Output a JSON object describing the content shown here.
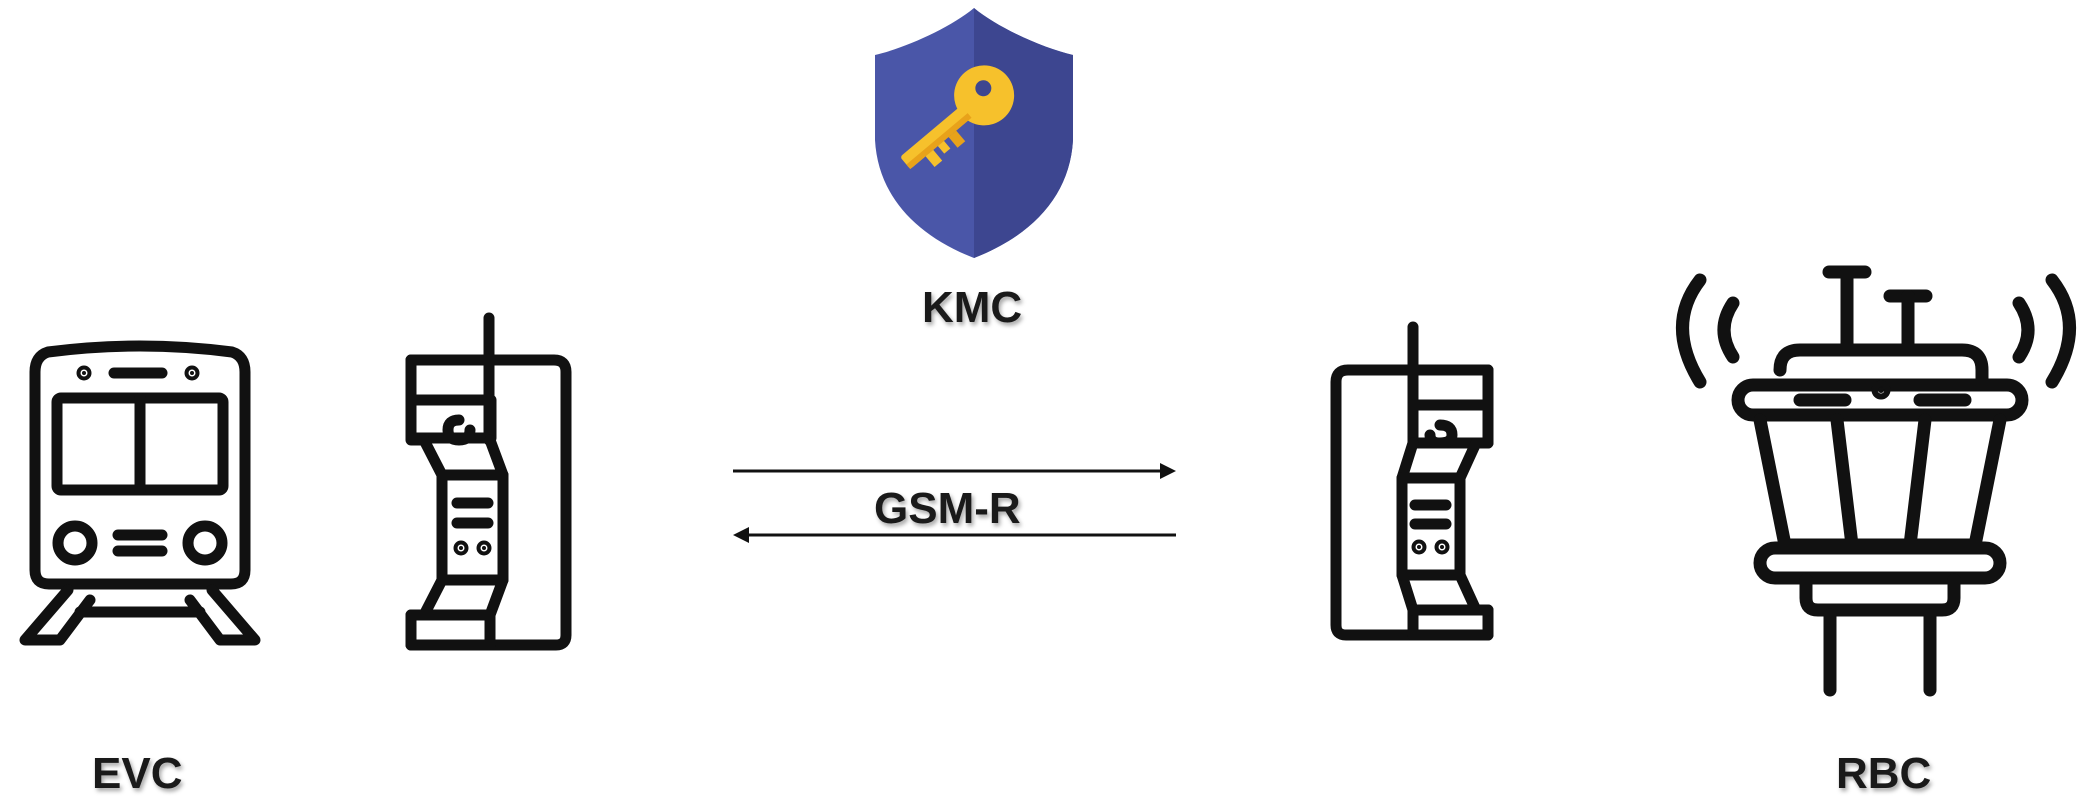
{
  "labels": {
    "kmc": "KMC",
    "gsm": "GSM-R",
    "evc": "EVC",
    "rbc": "RBC"
  },
  "icons": {
    "key_shield": "key-shield-icon",
    "train": "train-icon",
    "phone_left": "mobile-phone-icon",
    "phone_right": "mobile-phone-icon",
    "tower": "control-tower-icon"
  },
  "colors": {
    "shield_light": "#4a56a8",
    "shield_dark": "#3d4690",
    "key": "#f6c12c",
    "key_shade": "#e8a21a",
    "stroke": "#111111"
  }
}
